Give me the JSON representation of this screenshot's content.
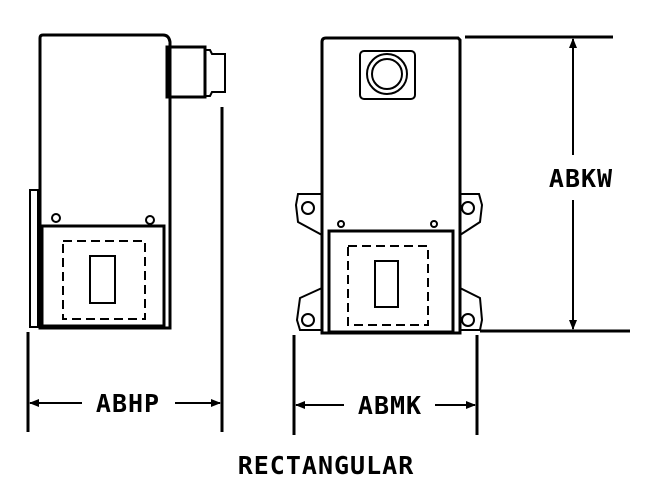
{
  "dimensions": {
    "width_side": "ABHP",
    "width_front": "ABMK",
    "height": "ABKW"
  },
  "caption": "RECTANGULAR",
  "colors": {
    "ink": "#000000",
    "background": "#ffffff"
  }
}
